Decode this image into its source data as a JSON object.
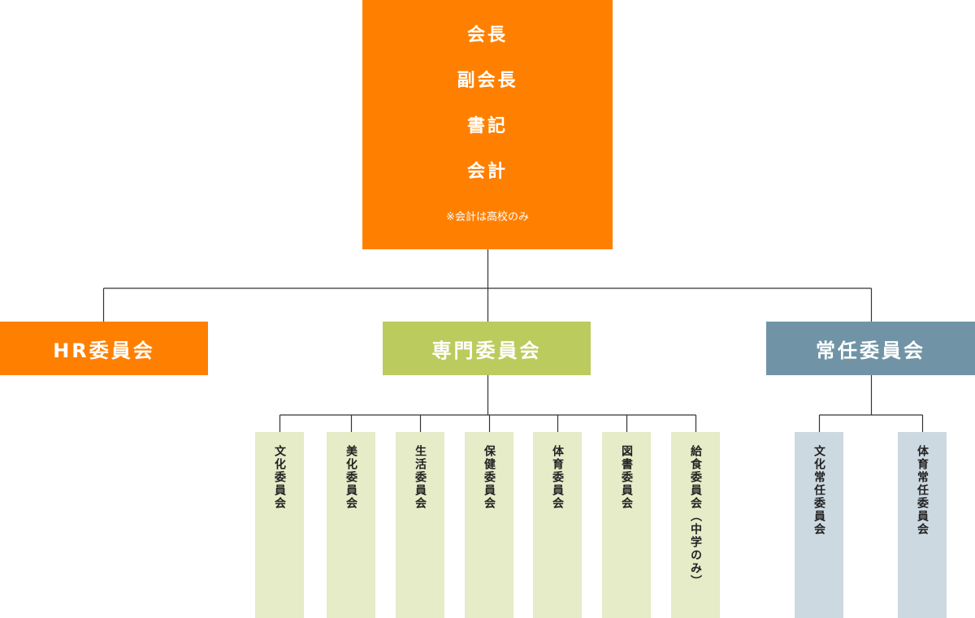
{
  "colors": {
    "officers": "#ff8000",
    "hr": "#ff8000",
    "senmon": "#bccb5d",
    "jounin": "#7094a6",
    "senmon_sub": "#e6ebc8",
    "jounin_sub": "#cdd9e1",
    "line": "#333333"
  },
  "officers": {
    "roles": [
      "会長",
      "副会長",
      "書記",
      "会計"
    ],
    "note": "※会計は高校のみ"
  },
  "committees": {
    "hr": {
      "label": "HR委員会"
    },
    "senmon": {
      "label": "専門委員会",
      "subs": [
        "文化委員会",
        "美化委員会",
        "生活委員会",
        "保健委員会",
        "体育委員会",
        "図書委員会",
        "給食委員会（中学のみ）"
      ]
    },
    "jounin": {
      "label": "常任委員会",
      "subs": [
        "文化常任委員会",
        "体育常任委員会"
      ]
    }
  }
}
